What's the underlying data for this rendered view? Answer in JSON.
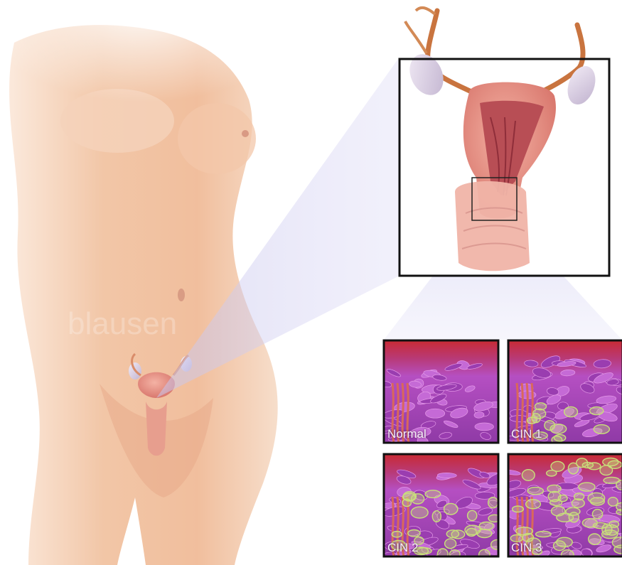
{
  "watermark": "blausen",
  "panels": [
    {
      "label": "Normal",
      "abnormal_level": 0
    },
    {
      "label": "CIN 1",
      "abnormal_level": 1
    },
    {
      "label": "CIN 2",
      "abnormal_level": 2
    },
    {
      "label": "CIN 3",
      "abnormal_level": 3
    }
  ],
  "colors": {
    "skin": "#f2c4a4",
    "skin_shadow": "#e9a98c",
    "uterus": "#e58f84",
    "tissue_base": "#b14fc4",
    "tissue_top": "#c92a34",
    "abnormal_cells": "#c8e07a",
    "frame": "#111111",
    "projection": "#c9c6ee"
  }
}
